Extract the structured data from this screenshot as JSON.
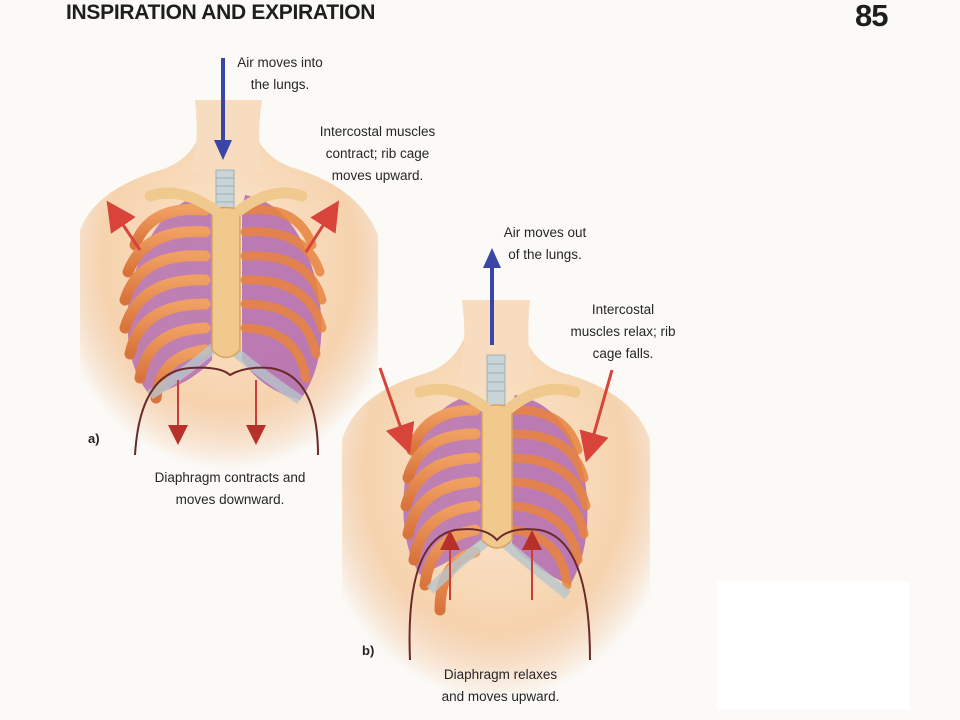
{
  "header": {
    "title": "INSPIRATION AND EXPIRATION",
    "page_number": "85"
  },
  "panel_a": {
    "letter": "a)",
    "air_label": "Air moves into\nthe lungs.",
    "intercostal_label": "Intercostal muscles\ncontract; rib cage\nmoves upward.",
    "diaphragm_label": "Diaphragm contracts and\nmoves downward."
  },
  "panel_b": {
    "letter": "b)",
    "air_label": "Air moves out\nof the lungs.",
    "intercostal_label": "Intercostal\nmuscles relax; rib\ncage falls.",
    "diaphragm_label": "Diaphragm relaxes\nand moves upward."
  },
  "colors": {
    "air_arrow": "#3a45a8",
    "muscle_arrow": "#d8443a",
    "rib": "#e98a4c",
    "lung": "#b46fb0",
    "skin": "#f6d7b5"
  }
}
